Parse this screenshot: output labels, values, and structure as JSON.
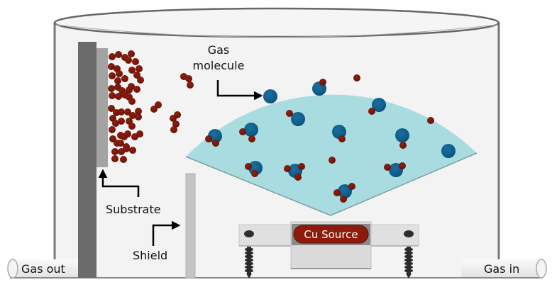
{
  "diagram": {
    "title": "Sputtering chamber with gas molecules and Cu source",
    "labels": {
      "gas_molecule_line1": "Gas",
      "gas_molecule_line2": "molecule",
      "substrate": "Substrate",
      "shield": "Shield",
      "gas_out": "Gas out",
      "gas_in": "Gas in",
      "cu_source": "Cu Source"
    },
    "colors": {
      "chamber_fill": "#f3f3f3",
      "chamber_outline": "#6e6e6e",
      "plume": "#a8dce0",
      "gas_molecule": "#0d5a86",
      "cu_atom": "#7a1408",
      "substrate_holder": "#6b6b6b",
      "substrate": "#a3a3a3",
      "shield": "#c4c4c4",
      "source_badge": "#8e1a0c",
      "source_block": "#dcdcdc"
    },
    "components": [
      "chamber",
      "substrate-holder",
      "substrate",
      "deposited-cu-film",
      "shield",
      "plasma-plume",
      "cu-source",
      "gas-inlet",
      "gas-outlet"
    ]
  }
}
